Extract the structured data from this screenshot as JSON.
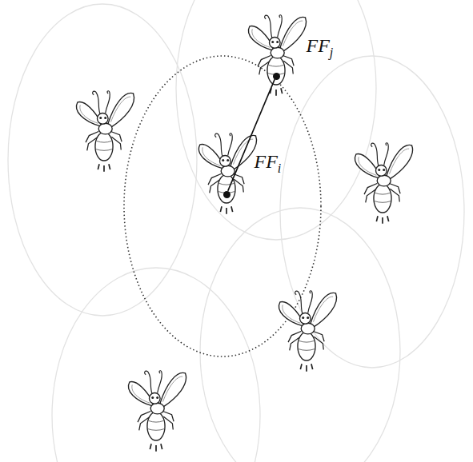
{
  "diagram": {
    "nodes": [
      {
        "text": [
          "FF",
          "j"
        ]
      },
      {
        "text": [
          "FF",
          "i"
        ]
      }
    ],
    "edges": [
      {
        "from": 1,
        "to": 0,
        "arrow": "none"
      }
    ]
  }
}
